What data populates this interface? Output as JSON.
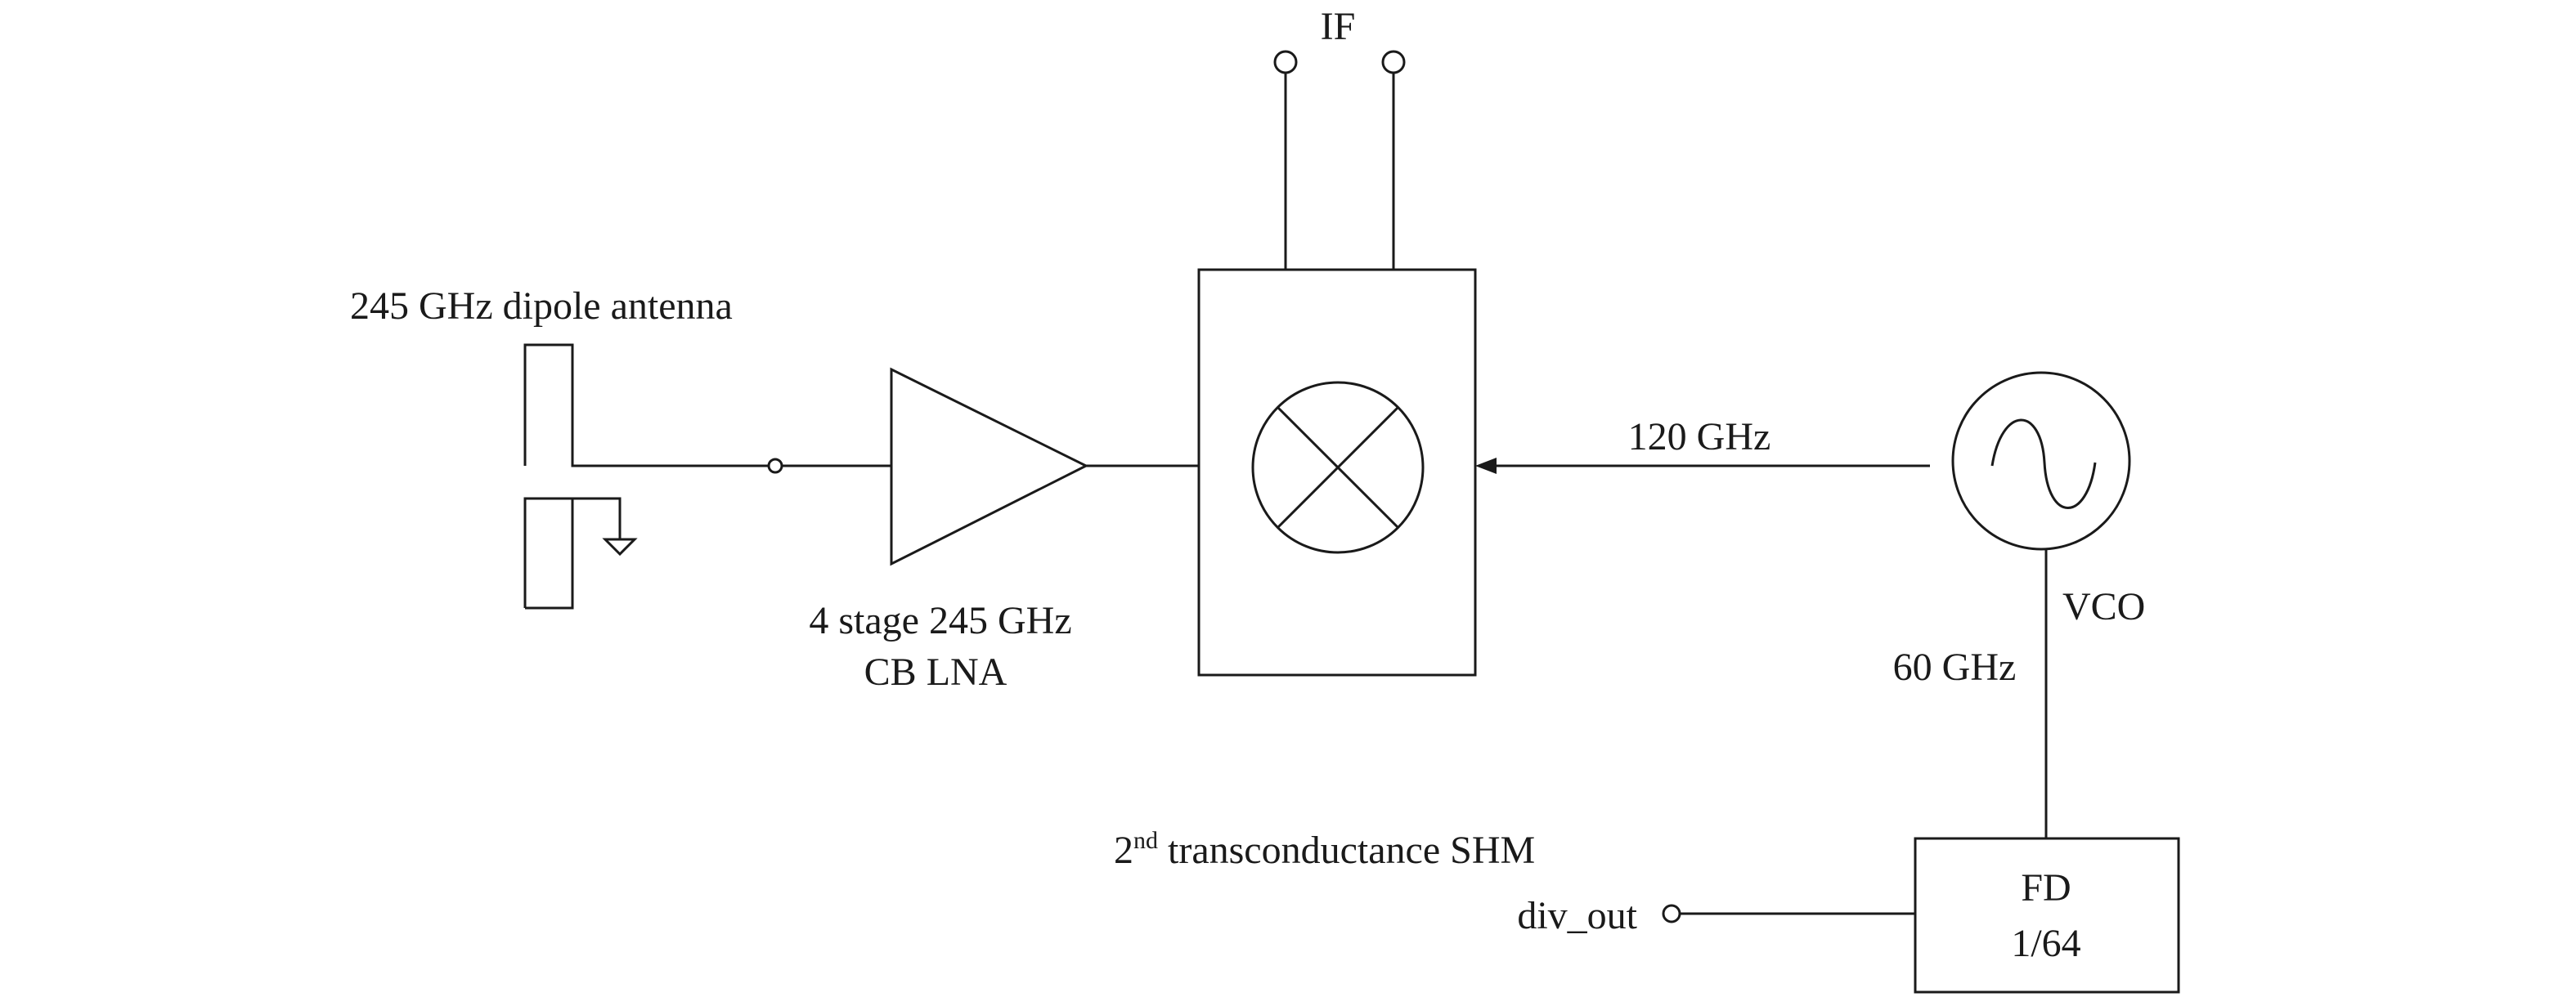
{
  "labels": {
    "antenna": "245 GHz dipole antenna",
    "lna_line1": "4 stage 245 GHz",
    "lna_line2": "CB LNA",
    "if": "IF",
    "lo_freq": "120 GHz",
    "vco": "VCO",
    "vco_freq": "60 GHz",
    "mixer_prefix": "2",
    "mixer_sup": "nd",
    "mixer_rest": " transconductance SHM",
    "div_out": "div_out",
    "fd_line1": "FD",
    "fd_line2": "1/64"
  },
  "colors": {
    "stroke": "#1a1a1a",
    "background": "#ffffff"
  },
  "icons": {
    "mixer": "mixer-cross-icon",
    "oscillator": "sine-wave-icon",
    "ground": "ground-icon",
    "port": "port-circle-icon"
  }
}
